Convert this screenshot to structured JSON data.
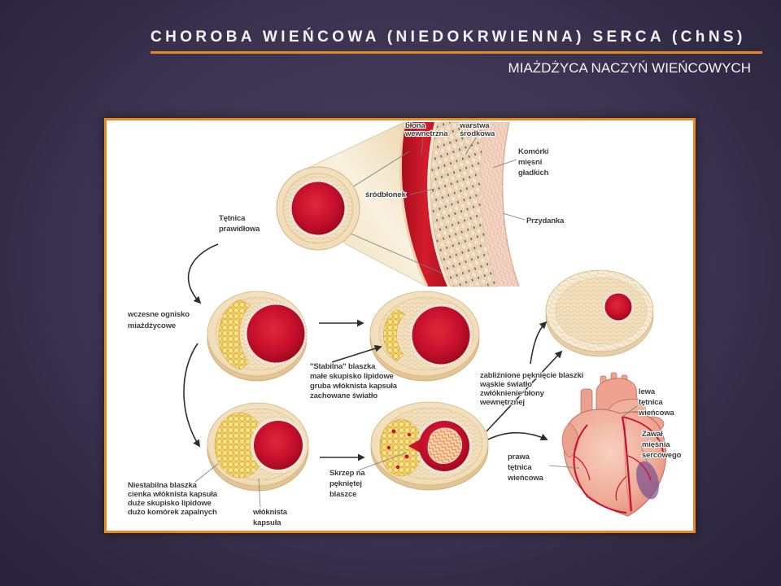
{
  "slide": {
    "title": "CHOROBA WIEŃCOWA (NIEDOKRWIENNA) SERCA (ChNS)",
    "subtitle": "MIAŻDŻYCA NACZYŃ WIEŃCOWYCH"
  },
  "colors": {
    "background": "#3b3350",
    "title_text": "#f4f2f8",
    "accent": "#e8891e",
    "panel": "#ffffff",
    "lumen": "#c8102e",
    "lipid": "#f0cd5e",
    "infarct": "#7b4f8f"
  },
  "diagram": {
    "labels": {
      "intima": [
        "błona",
        "wewnetrzna"
      ],
      "media": [
        "warstwa",
        "środkowa"
      ],
      "smooth_muscle": [
        "Komórki",
        "mięsni",
        "gładkich"
      ],
      "endothelium": [
        "śródbłonek"
      ],
      "adventitia": [
        "Przydanka"
      ],
      "normal_artery": [
        "Tętnica",
        "prawidłowa"
      ],
      "early_lesion": [
        "wczesne ognisko",
        "miażdżycowe"
      ],
      "stable_plaque": [
        "\"Stabilna\" blaszka",
        "małe skupisko lipidowe",
        "gruba włóknista kapsuła",
        "zachowane światło"
      ],
      "healed_rupture": [
        "zabliźnione pęknięcie blaszki",
        "wąskie światło",
        "zwłóknienie błony",
        "wewnętrznej"
      ],
      "left_coronary": [
        "lewa",
        "tętnica",
        "wieńcowa"
      ],
      "infarction": [
        "Zawał",
        "mięśnia",
        "sercowego"
      ],
      "right_coronary": [
        "prawa",
        "tętnica",
        "wieńcowa"
      ],
      "unstable_plaque": [
        "Niestabilna blaszka",
        "cienka włóknista kapsuła",
        "duże skupisko lipidowe",
        "dużo komórek zapalnych"
      ],
      "fibrous_cap": [
        "włóknista",
        "kapsuła"
      ],
      "thrombus": [
        "Skrzep na",
        "pękniętej",
        "blaszce"
      ]
    }
  }
}
